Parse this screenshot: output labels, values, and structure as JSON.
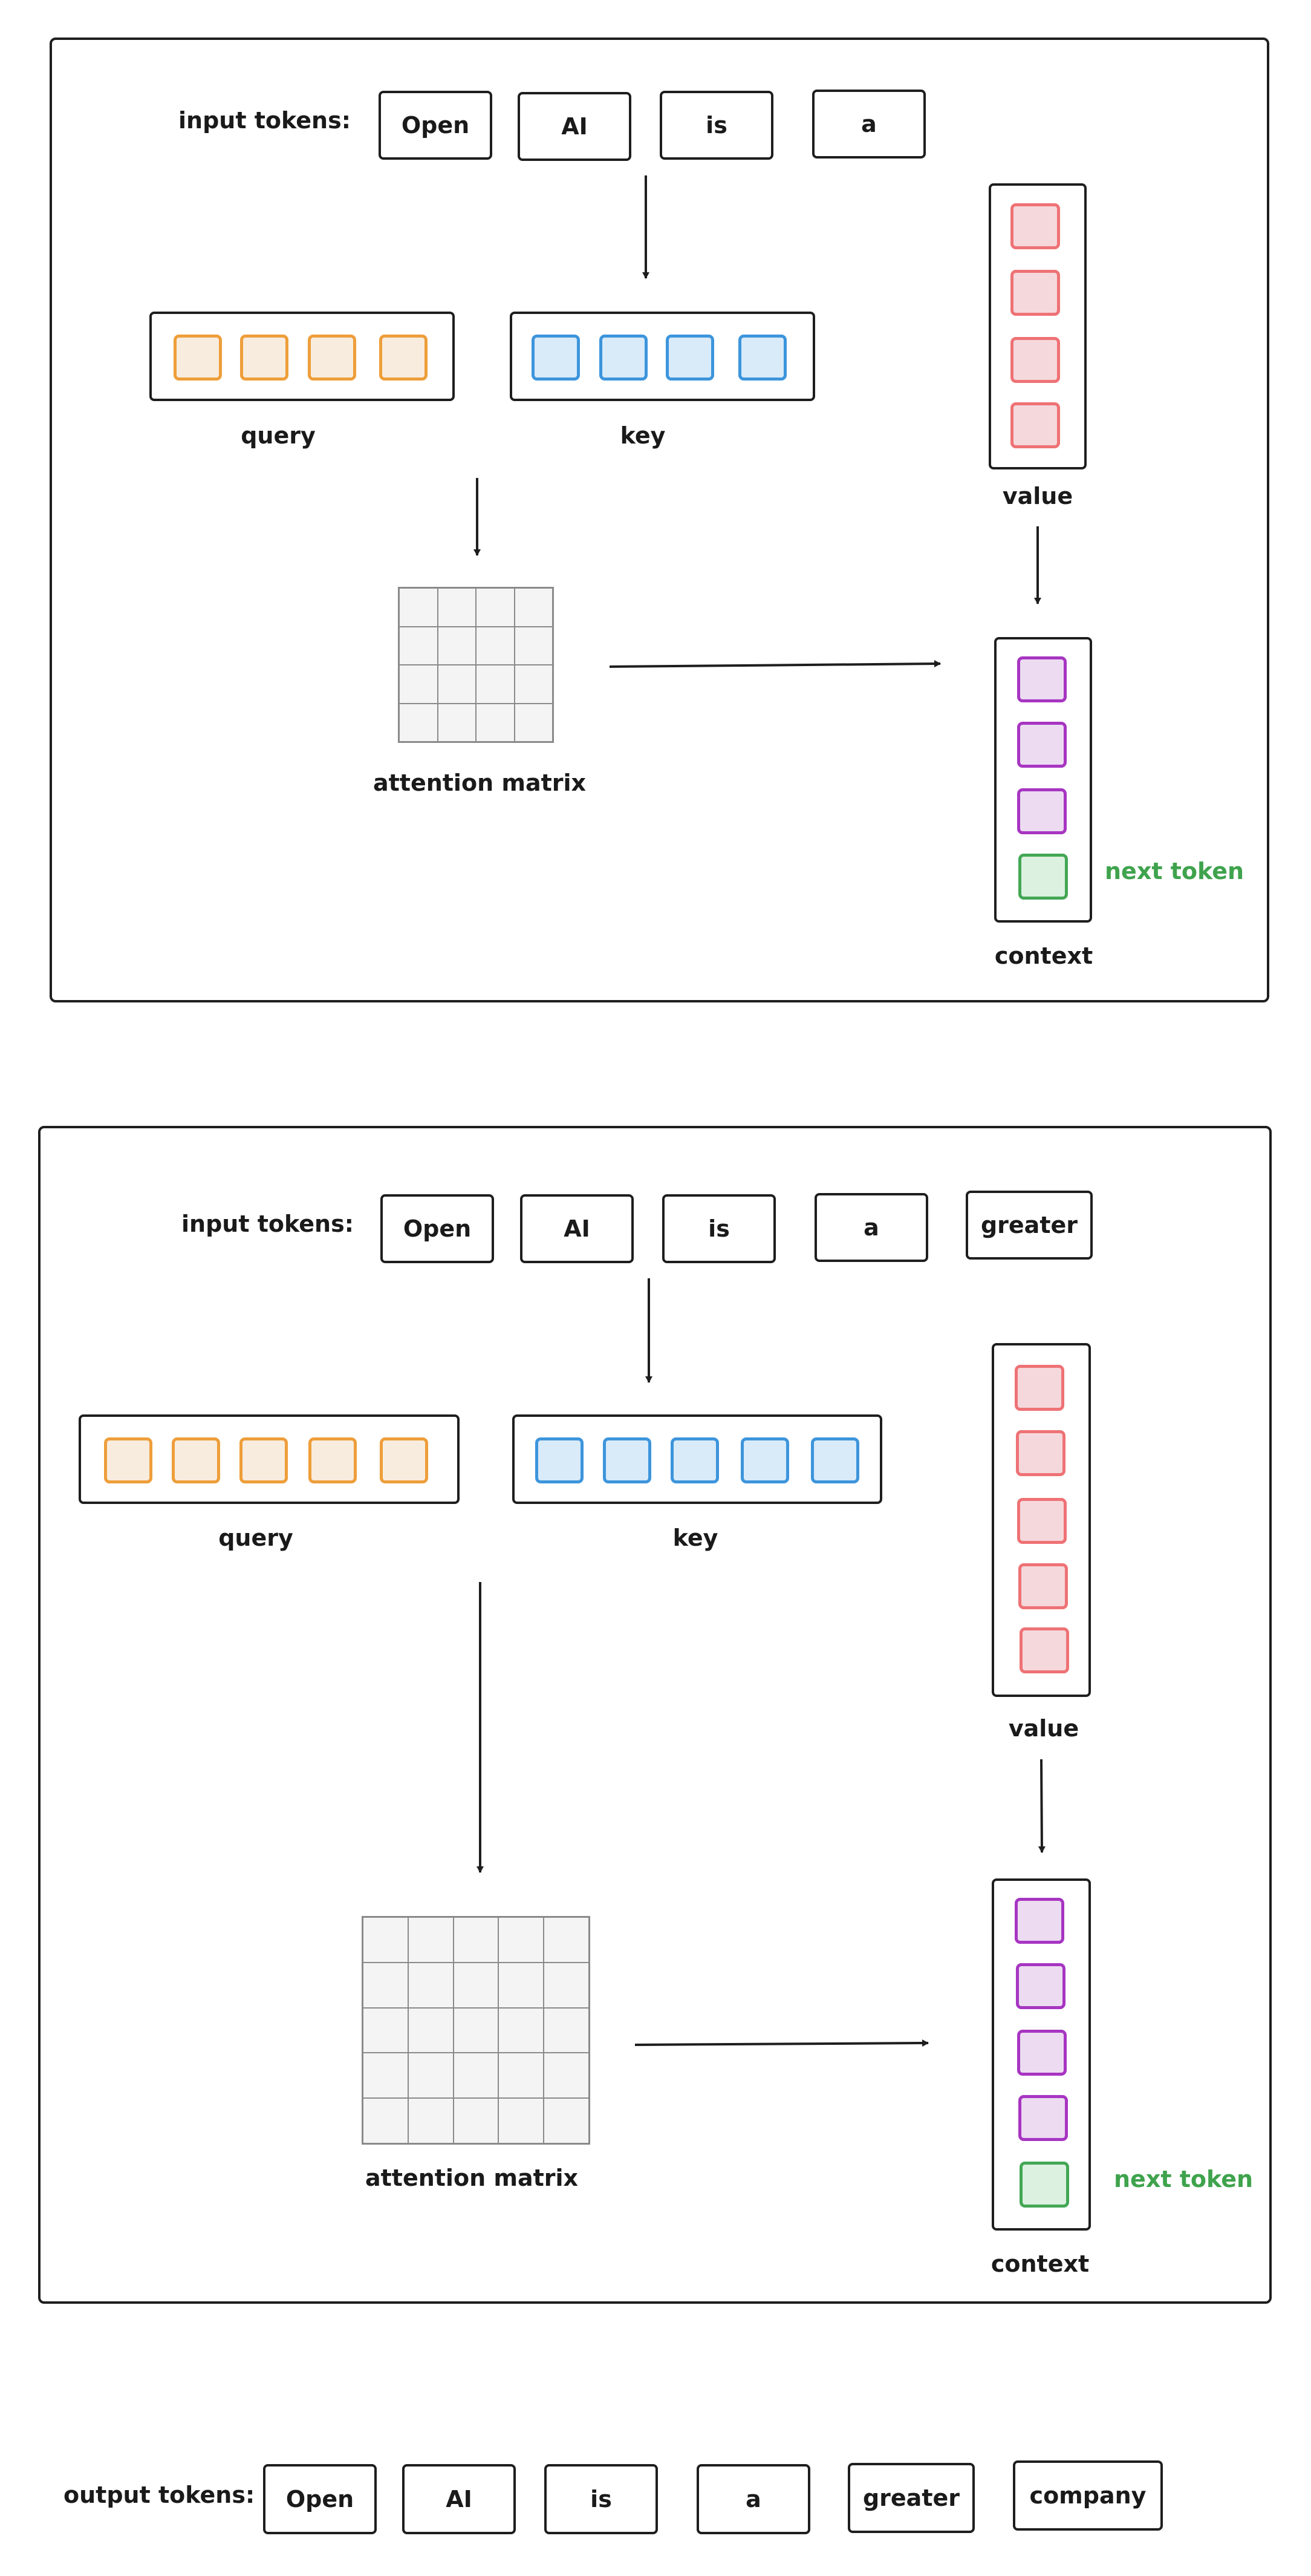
{
  "diagram1": {
    "input_label": "input tokens:",
    "tokens": [
      "Open",
      "AI",
      "is",
      "a"
    ],
    "query_label": "query",
    "key_label": "key",
    "value_label": "value",
    "attention_label": "attention matrix",
    "context_label": "context",
    "next_token_label": "next token"
  },
  "diagram2": {
    "input_label": "input tokens:",
    "tokens": [
      "Open",
      "AI",
      "is",
      "a",
      "greater"
    ],
    "query_label": "query",
    "key_label": "key",
    "value_label": "value",
    "attention_label": "attention matrix",
    "context_label": "context",
    "next_token_label": "next token"
  },
  "output": {
    "label": "output tokens:",
    "tokens": [
      "Open",
      "AI",
      "is",
      "a",
      "greater",
      "company"
    ]
  },
  "colors": {
    "query": "#ee9e3a",
    "key": "#3d95dc",
    "value": "#ee7275",
    "context": "#a735c2",
    "next_token": "#43a755"
  }
}
